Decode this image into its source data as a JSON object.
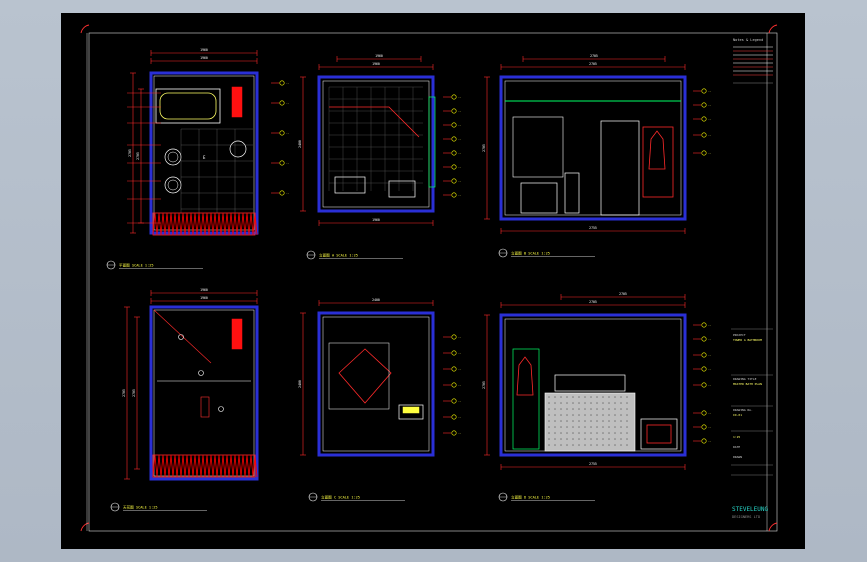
{
  "drawing": {
    "sheet_title": "Notes & Legend",
    "company": "STEVELEUNG",
    "company_sub": "DESIGNERS LTD",
    "colors": {
      "background": "#000000",
      "wall": "#2a2fd6",
      "line": "#ffffff",
      "dim": "#ff2a2a",
      "label": "#ffff00",
      "hatch": "#ff0000",
      "accent": "#00ff66",
      "cyan": "#00e0e0"
    },
    "dimensions": {
      "plan_top_width": "1960",
      "plan_top_height": "2705",
      "elev_a_width": "1960",
      "elev_b_width": "2705",
      "elev_b_height": "2705",
      "ceiling_height": "2400",
      "bottom_dim": "1960",
      "mid_dim": "2755"
    },
    "views": [
      {
        "caption": "平面图   SCALE 1:25"
      },
      {
        "caption": "立面图 A   SCALE 1:25"
      },
      {
        "caption": "立面图 B   SCALE 1:25"
      },
      {
        "caption": "天花图   SCALE 1:25"
      },
      {
        "caption": "立面图 C   SCALE 1:25"
      },
      {
        "caption": "立面图 D   SCALE 1:25"
      }
    ],
    "title_block": {
      "project_label": "PROJECT",
      "project_value": "TOWER A BATHROOM",
      "drawing_title_label": "DRAWING TITLE",
      "drawing_title_value": "MASTER BATH PLAN",
      "drawing_no_label": "DRAWING No.",
      "drawing_no_value": "ID-01",
      "scale": "1:25",
      "date": "DATE",
      "drawn": "DRAWN"
    }
  }
}
